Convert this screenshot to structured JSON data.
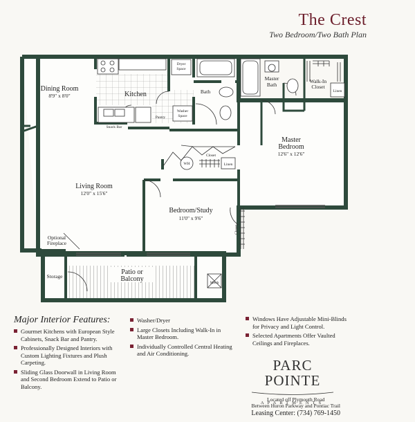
{
  "header": {
    "title": "The Crest",
    "subtitle": "Two Bedroom/Two Bath Plan"
  },
  "rooms": {
    "dining_name": "Dining Room",
    "dining_size": "8'9\" x 8'0\"",
    "kitchen": "Kitchen",
    "dryer_space": [
      "Dryer",
      "Space"
    ],
    "washer_space": [
      "Washer",
      "Space"
    ],
    "pantry": "Pantry",
    "snack_bar": "Snack Bar",
    "bath": "Bath",
    "master_bath": [
      "Master",
      "Bath"
    ],
    "walk_in_closet": [
      "Walk-In",
      "Closet"
    ],
    "linen_1": "Linen",
    "master_bedroom_name": [
      "Master",
      "Bedroom"
    ],
    "master_bedroom_size": "12'6\" x 12'6\"",
    "wh": "WH",
    "closet_1": "Closet",
    "linen_2": "Linen",
    "living_name": "Living Room",
    "living_size": "12'0\" x 15'6\"",
    "bedroom_name": "Bedroom/Study",
    "bedroom_size": "11'0\" x 9'6\"",
    "closet_2": "Closet",
    "optional_fireplace": [
      "Optional",
      "Fireplace"
    ],
    "storage": "Storage",
    "patio": [
      "Patio or",
      "Balcony"
    ],
    "mech": "Mech"
  },
  "features": {
    "heading": "Major Interior Features:",
    "col1": [
      "Gourmet Kitchens with European Style Cabinets, Snack Bar and Pantry.",
      "Professionally Designed Interiors with Custom Lighting Fixtures and Plush Carpeting.",
      "Sliding Glass Doorwall in Living Room and Second Bedroom Extend to Patio or Balcony."
    ],
    "col2": [
      "Washer/Dryer",
      "Large Closets Including Walk-In in Master Bedroom.",
      "Individually Controlled Central Heating and Air Conditioning."
    ],
    "col3": [
      "Windows Have Adjustable Mini-Blinds for Privacy and Light Control.",
      "Selected Apartments Offer Vaulted Ceilings and Fireplaces."
    ]
  },
  "brand": {
    "name": "PARC POINTE",
    "tag": "APARTMENTS"
  },
  "location": {
    "line1": "Located off Plymouth Road",
    "line2": "Between Huron Parkway and Pontiac Trail",
    "leasing": "Leasing Center: (734) 769-1450"
  },
  "colors": {
    "wall": "#2e4a3c",
    "accent": "#6b1d2a"
  }
}
